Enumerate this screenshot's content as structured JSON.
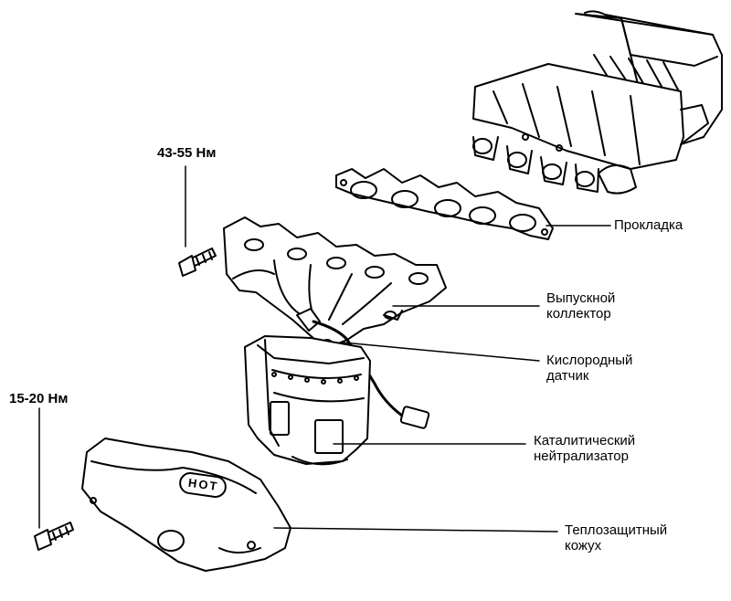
{
  "torque_labels": {
    "upper_bolt": "43-55 Нм",
    "lower_bolt": "15-20 Нм"
  },
  "callouts": {
    "gasket": [
      "Прокладка"
    ],
    "exhaust_manifold": [
      "Выпускной",
      "коллектор"
    ],
    "oxygen_sensor": [
      "Кислородный",
      "датчик"
    ],
    "catalytic_converter": [
      "Каталитический",
      "нейтрализатор"
    ],
    "heat_shield": [
      "Теплозащитный",
      "кожух"
    ]
  },
  "heat_shield_stamp": "HOT",
  "colors": {
    "ink": "#000000",
    "paper": "#ffffff"
  }
}
